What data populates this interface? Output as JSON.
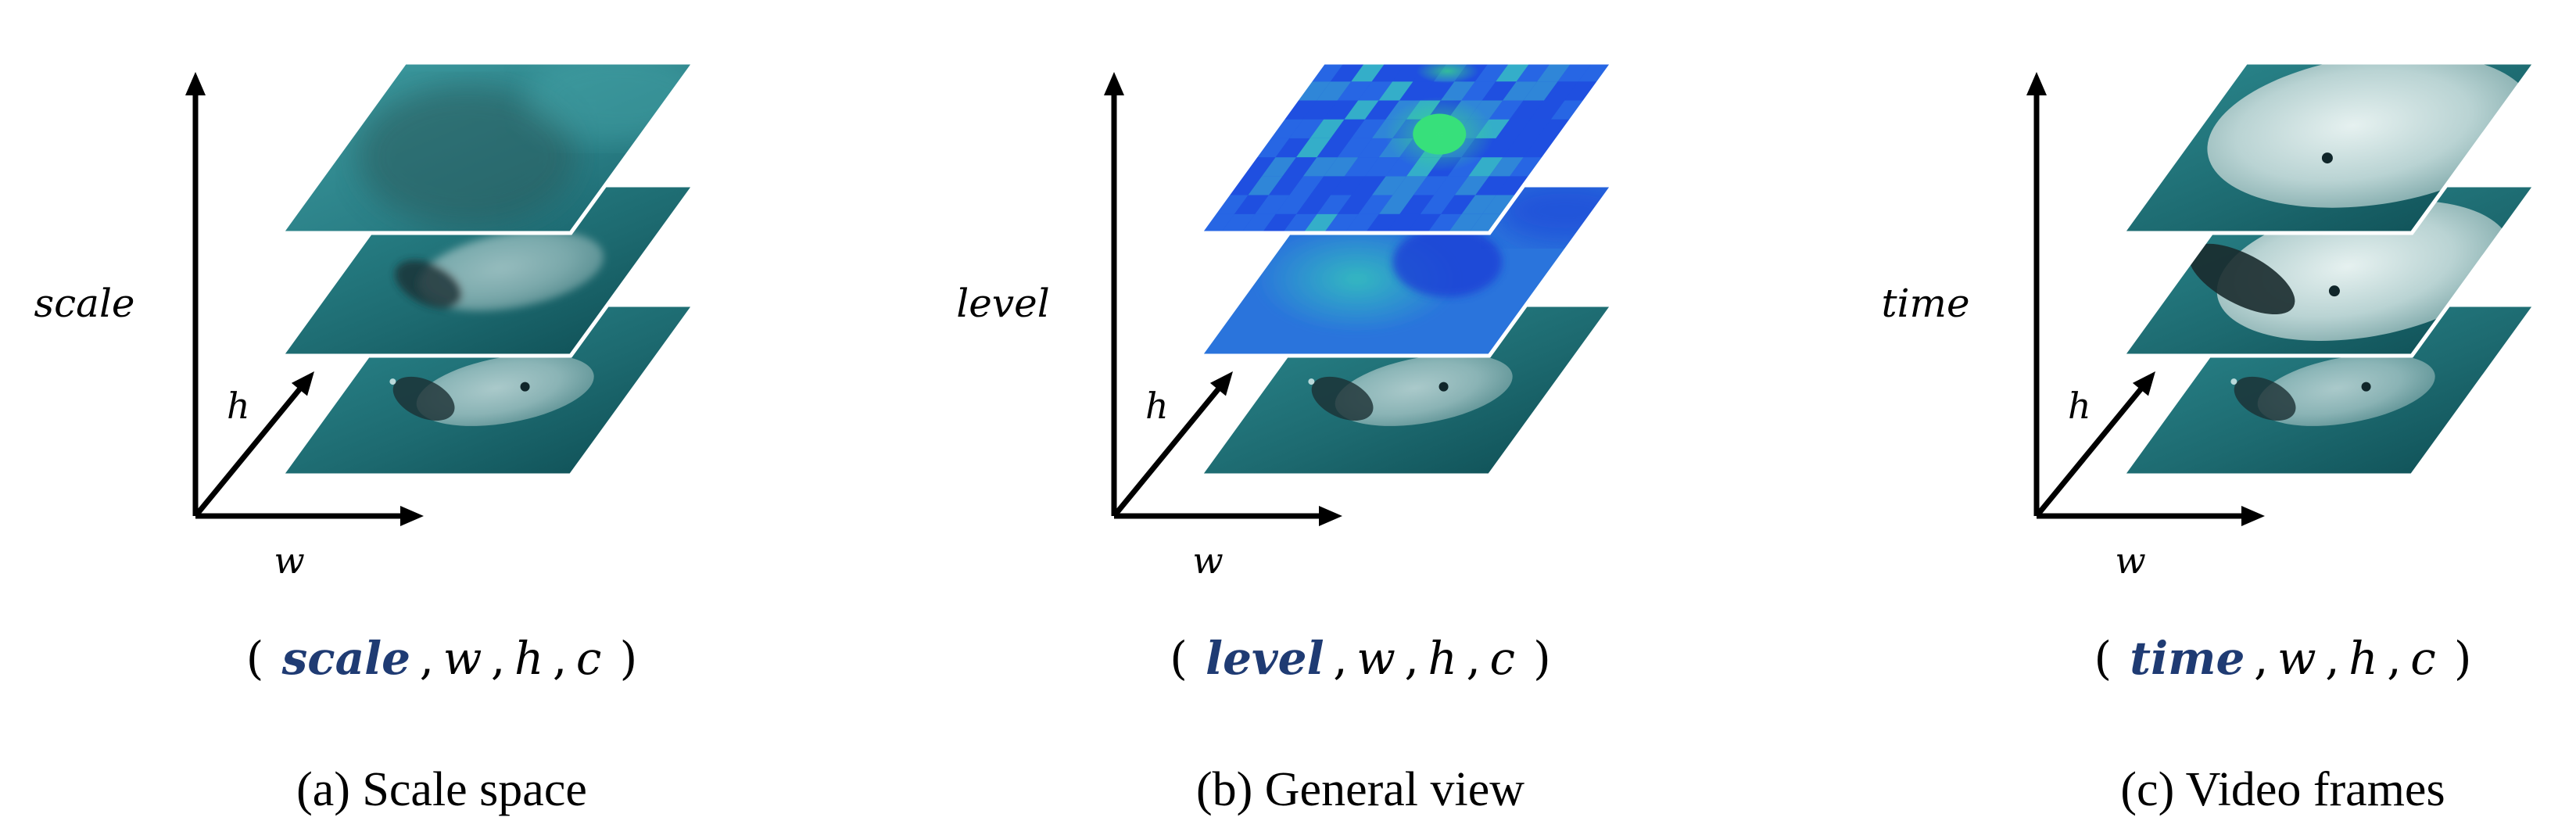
{
  "colors": {
    "axis": "#000000",
    "tuple_key": "#1f3b73",
    "water_dark": "#0e4f55",
    "water_mid": "#2f7f86",
    "water_light": "#5ea7ac",
    "beluga": "#c9dcdc",
    "heat_blue": "#1f55e0",
    "heat_mid": "#2f8fd8",
    "heat_green": "#2fd88a"
  },
  "panels": [
    {
      "id": "a",
      "axis_label": "scale",
      "w_label": "w",
      "h_label": "h",
      "tuple": {
        "open": "(",
        "key": "scale",
        "rest": [
          ",",
          "w",
          ",",
          "h",
          ",",
          "c"
        ],
        "close": ")"
      },
      "caption": "(a) Scale space",
      "layers": [
        "blurred-frame",
        "mid-blur-frame",
        "beluga-frame"
      ]
    },
    {
      "id": "b",
      "axis_label": "level",
      "w_label": "w",
      "h_label": "h",
      "tuple": {
        "open": "(",
        "key": "level",
        "rest": [
          ",",
          "w",
          ",",
          "h",
          ",",
          "c"
        ],
        "close": ")"
      },
      "caption": "(b) General view",
      "layers": [
        "coarse-feature-map",
        "smooth-feature-map",
        "beluga-frame"
      ]
    },
    {
      "id": "c",
      "axis_label": "time",
      "w_label": "w",
      "h_label": "h",
      "tuple": {
        "open": "(",
        "key": "time",
        "rest": [
          ",",
          "w",
          ",",
          "h",
          ",",
          "c"
        ],
        "close": ")"
      },
      "caption": "(c) Video frames",
      "layers": [
        "beluga-close-frame",
        "beluga-turning-frame",
        "beluga-frame"
      ]
    }
  ]
}
